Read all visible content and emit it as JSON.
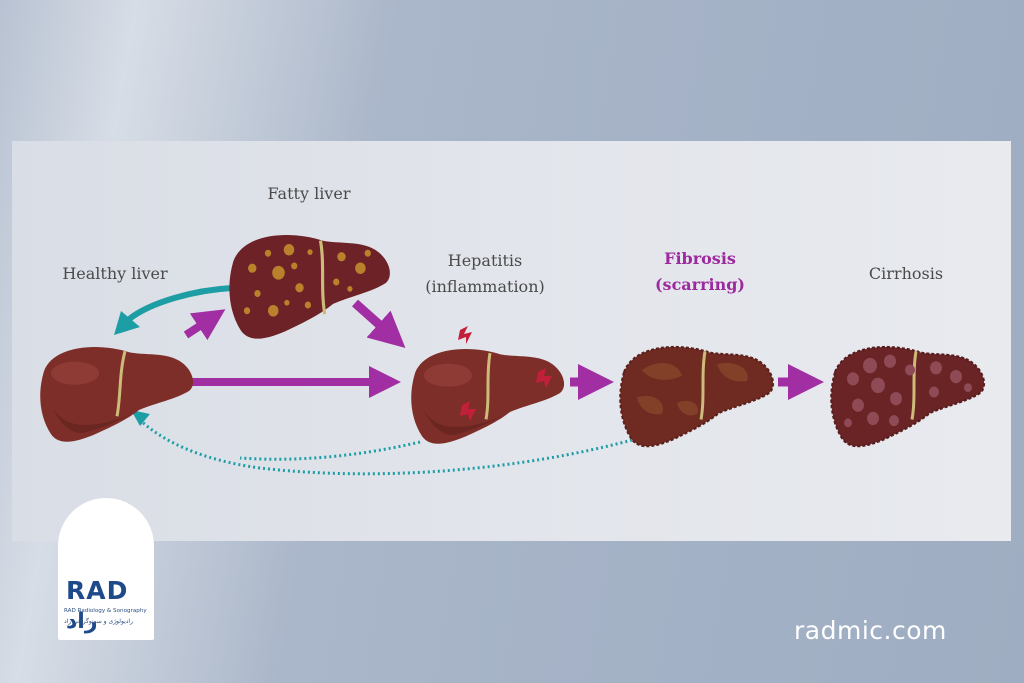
{
  "labels": {
    "healthy": "Healthy liver",
    "fatty": "Fatty liver",
    "hepatitis_line1": "Hepatitis",
    "hepatitis_line2": "(inflammation)",
    "fibrosis_line1": "Fibrosis",
    "fibrosis_line2": "(scarring)",
    "cirrhosis": "Cirrhosis"
  },
  "logo": {
    "wordmark": "RAD",
    "wordmark_fa": "راد",
    "subtitle": "RAD Radiology & Sonography",
    "subtitle_fa": "رادیولوژی و سونوگرافی راد"
  },
  "website": "radmic.com",
  "colors": {
    "liver": "#7e2e28",
    "liver_shade": "#642420",
    "fatty_liver": "#6c2226",
    "fat_spot": "#c8922e",
    "fibrosis_liver": "#6f2a22",
    "cirrhosis_liver": "#6a2426",
    "nodule": "#8e4a55",
    "band": "#cdbb7a",
    "progression_arrow": "#a12ea3",
    "reversal_arrow": "#1d9ea5",
    "inflammation": "#c2203a"
  }
}
